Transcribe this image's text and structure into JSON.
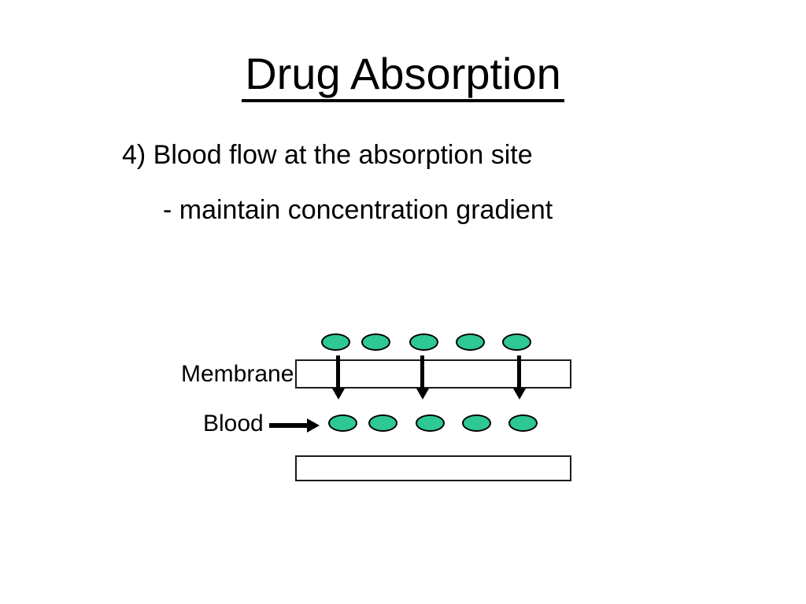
{
  "slide": {
    "title": "Drug Absorption",
    "body_lines": [
      "4) Blood flow at the absorption site",
      "- maintain concentration gradient"
    ],
    "diagram": {
      "membrane_label": "Membrane",
      "blood_label": "Blood",
      "drug_color": "#2DC894",
      "drug_outline_color": "#000000",
      "arrow_color": "#000000",
      "top_drug_count": 5,
      "blood_drug_count": 5,
      "membrane_arrow_count": 3
    }
  }
}
